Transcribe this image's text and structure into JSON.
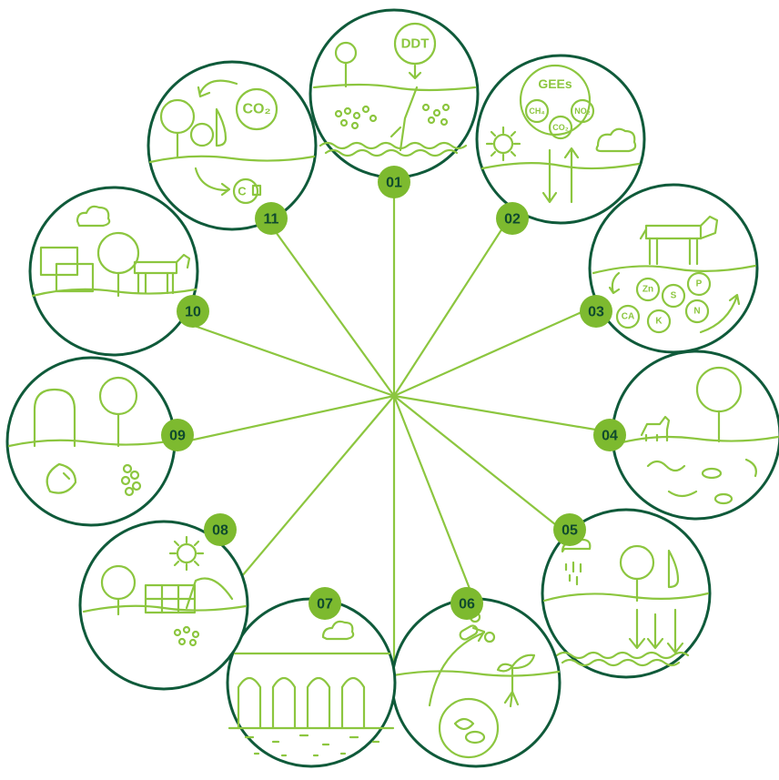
{
  "colors": {
    "ring": "#0f5a3a",
    "line_art": "#8cc63f",
    "badge": "#7dba2f",
    "badge_text": "#0f4a2e"
  },
  "badges": [
    "01",
    "02",
    "03",
    "04",
    "05",
    "06",
    "07",
    "08",
    "09",
    "10",
    "11"
  ],
  "circle_labels": {
    "ddt": "DDT",
    "gees": "GEEs",
    "ch4": "CH₄",
    "no2": "NO₂",
    "co2_small": "CO₂",
    "co2_big": "CO₂",
    "c": "C",
    "zn": "Zn",
    "s": "S",
    "p": "P",
    "ca": "CA",
    "k": "K",
    "n": "N"
  },
  "icons": [
    "tree-icon",
    "cloud-icon",
    "sun-icon",
    "cow-icon",
    "dog-icon",
    "worm-icon",
    "bacteria-icon",
    "rain-icon",
    "arrow-icon",
    "pill-icon",
    "seedling-icon",
    "hay-bale-icon",
    "greenhouse-icon",
    "solar-panel-icon",
    "arch-icon",
    "soil-particles-icon"
  ]
}
